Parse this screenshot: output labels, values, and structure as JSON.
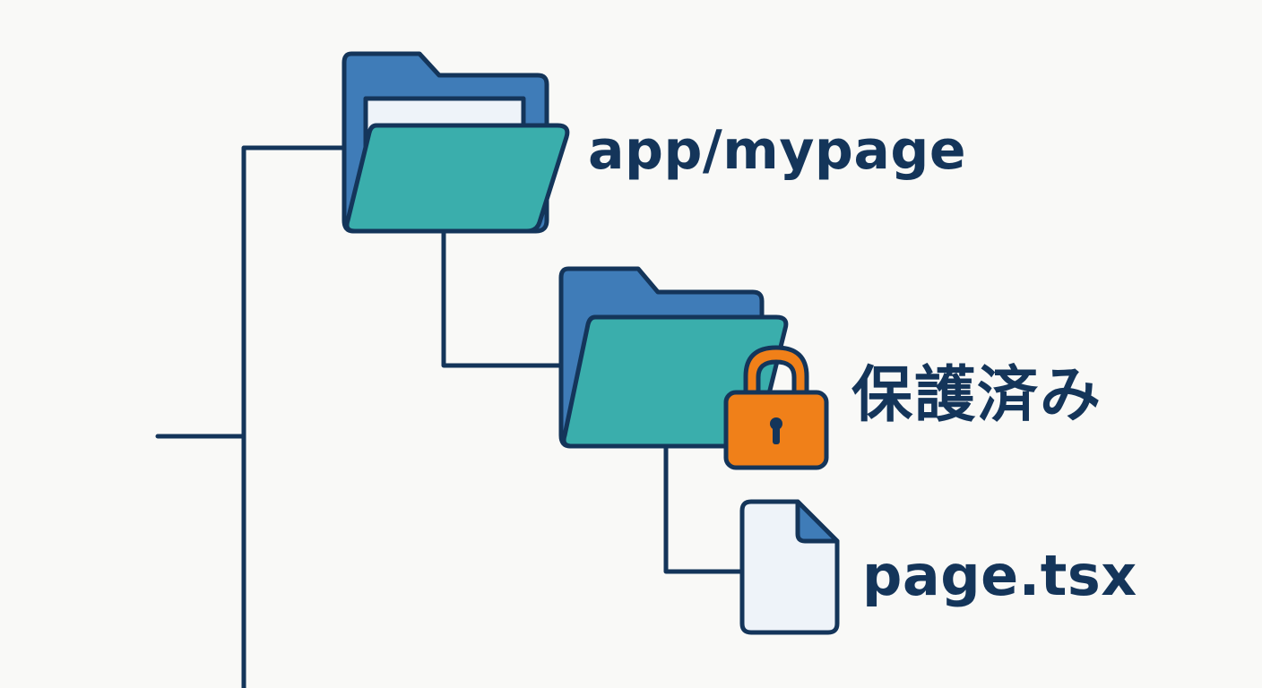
{
  "tree": {
    "root": {
      "icon": "folder-open-icon",
      "label": "app/mypage"
    },
    "protected_group": {
      "icon": "folder-open-icon",
      "badge_icon": "padlock-icon",
      "label": "保護済み"
    },
    "file": {
      "icon": "file-icon",
      "label": "page.tsx"
    }
  },
  "colors": {
    "line": "#14355a",
    "folder_back": "#3f7cb8",
    "folder_front": "#3aaeac",
    "folder_paper": "#eef3f9",
    "lock_body": "#f08019",
    "file_body": "#eef3f9",
    "file_corner": "#3f7cb8",
    "background": "#f9f9f7"
  }
}
